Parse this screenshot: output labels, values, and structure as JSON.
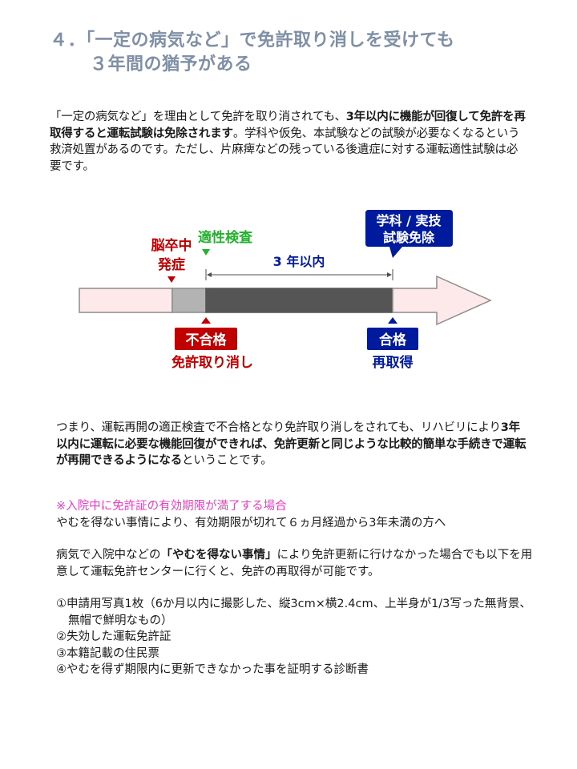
{
  "title": {
    "line1": "４．「一定の病気など」で免許取り消しを受けても",
    "line2": "３年間の猶予がある"
  },
  "intro": {
    "pre": "「一定の病気など」を理由として免許を取り消されても、",
    "bold": "3年以内に機能が回復して免許を再取得すると運転試験は免除されます",
    "post": "。学科や仮免、本試験などの試験が必要なくなるという救済処置があるのです。ただし、片麻痺などの残っている後遺症に対する運転適性試験は必要です。"
  },
  "diagram": {
    "stroke_label_1": "脳卒中",
    "stroke_label_2": "発症",
    "aptitude_label": "適性検査",
    "period_label": "3 年以内",
    "exempt_line1": "学科 / 実技",
    "exempt_line2": "試験免除",
    "fail_badge": "不合格",
    "revoke_label": "免許取り消し",
    "pass_badge": "合格",
    "reacquire_label": "再取得",
    "colors": {
      "red": "#c00000",
      "green": "#22b22c",
      "navy": "#001a9e",
      "bar_pink": "#fde9e9",
      "bar_gray": "#b3b3b3",
      "bar_dark": "#555555"
    }
  },
  "summary": {
    "pre": "つまり、運転再開の適正検査で不合格となり免許取り消しをされても、リハビリにより",
    "bold": "3年以内に運転に必要な機能回復ができれば、免許更新と同じような比較的簡単な手続きで運転が再開できるようになる",
    "post": "ということです。"
  },
  "note": {
    "heading": "※入院中に免許証の有効期限が満了する場合",
    "subheading": "やむを得ない事情により、有効期限が切れて６ヵ月経過から3年未満の方へ",
    "body_pre": "病気で入院中などの",
    "body_bold": "「やむを得ない事情」",
    "body_post": "により免許更新に行けなかった場合でも以下を用意して運転免許センターに行くと、免許の再取得が可能です。",
    "items": [
      "①申請用写真1枚（6か月以内に撮影した、縦3cm×横2.4cm、上半身が1/3写った無背景、無帽で鮮明なもの）",
      "②失効した運転免許証",
      "③本籍記載の住民票",
      "④やむを得ず期限内に更新できなかった事を証明する診断書"
    ]
  }
}
